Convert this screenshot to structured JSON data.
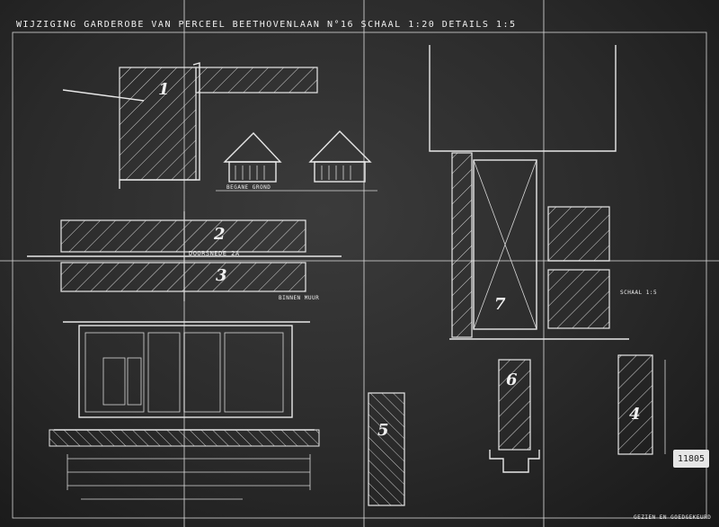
{
  "header": {
    "title": "WIJZIGING GARDEROBE VAN PERCEEL BEETHOVENLAAN N°16 SCHAAL 1:20 DETAILS 1:5"
  },
  "marks": {
    "m1": "1",
    "m2": "2",
    "m3": "3",
    "m4": "4",
    "m5": "5",
    "m6": "6",
    "m7": "7",
    "doorsnede": "DOORSNEDE 2A",
    "label_left": "BEGANE GROND",
    "label_right": "BINNEN MUUR",
    "schaal": "SCHAAL 1:5"
  },
  "stamp": {
    "text": "11805"
  },
  "footer": {
    "signature": "GEZIEN EN GOEDGEKEURD"
  }
}
